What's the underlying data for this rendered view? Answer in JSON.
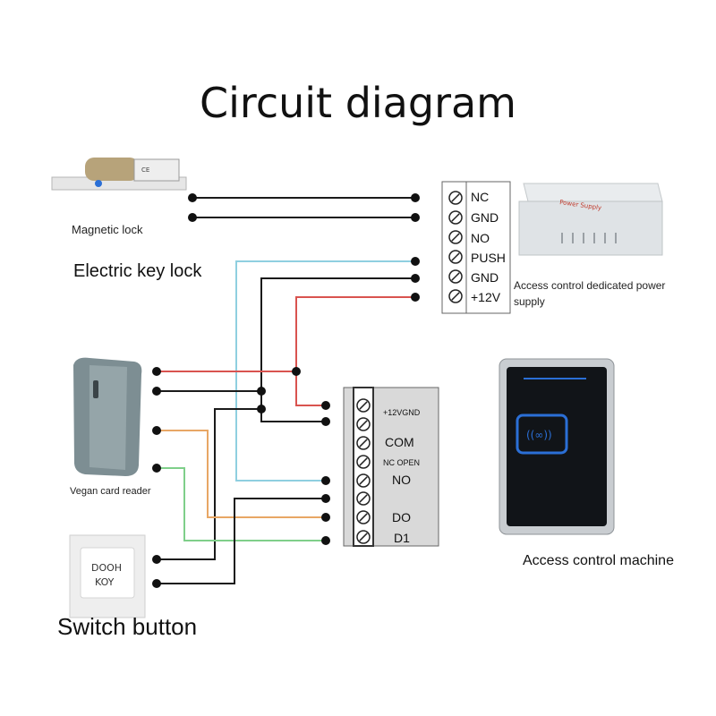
{
  "title": "Circuit diagram",
  "labels": {
    "magnetic_lock": "Magnetic lock",
    "electric_key_lock": "Electric key lock",
    "card_reader": "Vegan card reader",
    "switch_button": "Switch button",
    "power_supply": "Access control dedicated power supply",
    "access_machine": "Access control machine"
  },
  "power_terminals": [
    "NC",
    "GND",
    "NO",
    "PUSH",
    "GND",
    "+12V"
  ],
  "controller_terminals": {
    "top": "+12VGND",
    "com": "COM",
    "nc_open": "NC OPEN",
    "no": "NO",
    "do": "DO",
    "d1": "D1"
  },
  "switch_text": [
    "DOOH",
    "KOY"
  ],
  "psu_label": "Power Supply",
  "colors": {
    "black": "#1a1a1a",
    "red": "#d9534f",
    "light_blue": "#8fcfe0",
    "orange": "#e8a765",
    "green": "#7fcf8a",
    "reader_body": "#7d8e93",
    "machine_frame": "#c9cdd1",
    "machine_glass": "#111418",
    "accent_blue": "#2b6fd6"
  }
}
